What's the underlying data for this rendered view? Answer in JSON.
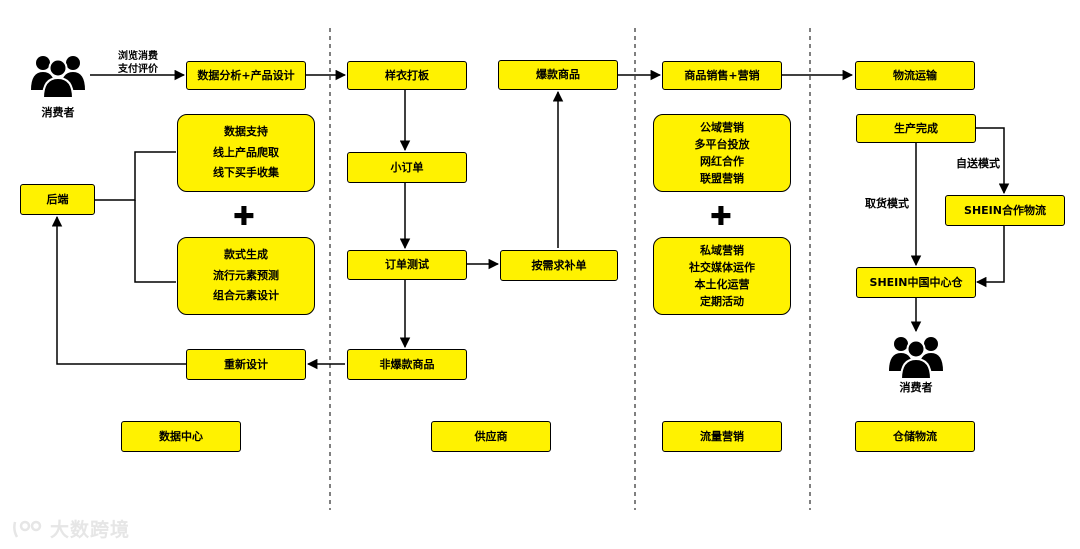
{
  "consumer_left": {
    "label": "消费者",
    "edge_label": [
      "浏览消费",
      "支付评价"
    ]
  },
  "data_center": {
    "data_design": "数据分析+产品设计",
    "data_support_box": [
      "数据支持",
      "线上产品爬取",
      "线下买手收集"
    ],
    "style_box": [
      "款式生成",
      "流行元素预测",
      "组合元素设计"
    ],
    "backend": "后端",
    "redesign": "重新设计",
    "plus": "✚",
    "category": "数据中心"
  },
  "supplier": {
    "sample": "样衣打板",
    "small_order": "小订单",
    "order_test": "订单测试",
    "non_hit": "非爆款商品",
    "hit": "爆款商品",
    "replenish": "按需求补单",
    "category": "供应商"
  },
  "traffic": {
    "sales": "商品销售+营销",
    "public_box": [
      "公域营销",
      "多平台投放",
      "网红合作",
      "联盟营销"
    ],
    "private_box": [
      "私域营销",
      "社交媒体运作",
      "本土化运营",
      "定期活动"
    ],
    "plus": "✚",
    "category": "流量营销"
  },
  "warehouse": {
    "logistics": "物流运输",
    "production_done": "生产完成",
    "self_delivery": "自送模式",
    "pickup": "取货模式",
    "partner_logistics": "SHEIN合作物流",
    "center_warehouse": "SHEIN中国中心仓",
    "consumer_label": "消费者",
    "category": "仓储物流"
  },
  "watermark": {
    "text": "大数跨境"
  },
  "colors": {
    "box_fill": "#FFF200",
    "stroke": "#000000"
  }
}
